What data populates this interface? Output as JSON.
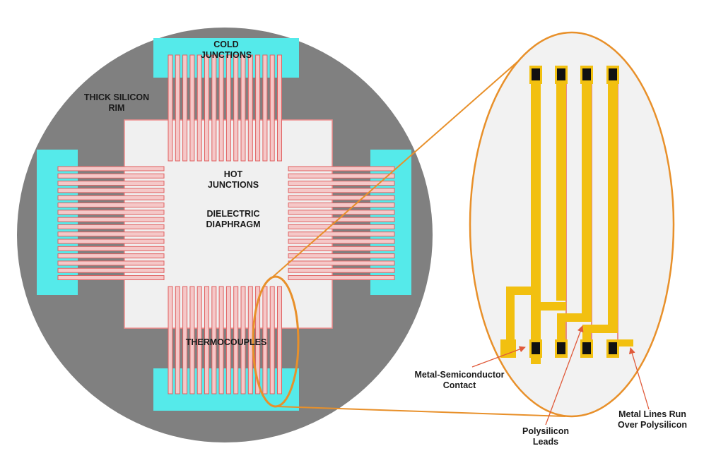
{
  "labels": {
    "cold_junctions": [
      "COLD",
      "JUNCTIONS"
    ],
    "rim": [
      "THICK SILICON",
      "RIM"
    ],
    "hot_junctions": [
      "HOT",
      "JUNCTIONS"
    ],
    "diaphragm": [
      "DIELECTRIC",
      "DIAPHRAGM"
    ],
    "thermocouples": "THERMOCOUPLES",
    "contact": [
      "Metal-Semiconductor",
      "Contact"
    ],
    "leads": [
      "Polysilicon",
      "Leads"
    ],
    "metal_lines": [
      "Metal Lines Run",
      "Over Polysilicon"
    ]
  },
  "colors": {
    "rim": "#808080",
    "diaphragm": "#f0f0f0",
    "diaphragm_border": "#f08c8c",
    "pads": "#55eaea",
    "thermocouple_fill": "#f5c8c8",
    "thermocouple_stroke": "#e06060",
    "zoom_outline": "#e8902a",
    "metal": "#f2c010",
    "contact": "#111111",
    "leader": "#e05a3a"
  }
}
